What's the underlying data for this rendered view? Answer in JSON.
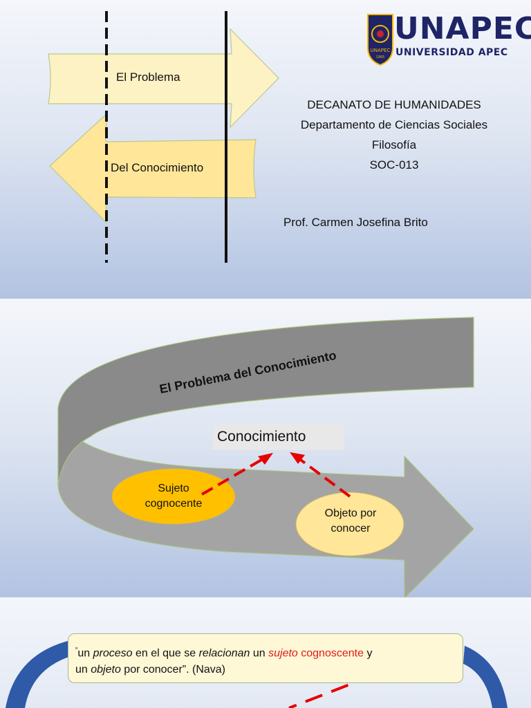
{
  "slide1": {
    "arrow_right_label": "El Problema",
    "arrow_left_label": "Del Conocimiento",
    "institution_lines": [
      "DECANATO DE HUMANIDADES",
      "Departamento de Ciencias Sociales",
      "Filosofía",
      "SOC-013"
    ],
    "professor": "Prof. Carmen Josefina Brito",
    "logo": {
      "title": "UNAPEC",
      "subtitle": "UNIVERSIDAD APEC",
      "seal_text": "UNAPEC",
      "seal_year": "1965"
    },
    "colors": {
      "arrow_fill": "#fdf2c4",
      "logo_navy": "#1f2466",
      "logo_gold": "#f5b800"
    }
  },
  "slide2": {
    "band_title": "El Problema del Conocimiento",
    "concept": "Conocimiento",
    "subject": [
      "Sujeto",
      "cognocente"
    ],
    "object": [
      "Objeto por",
      "conocer"
    ],
    "colors": {
      "band": "#a4a4a4",
      "band_top": "#808080",
      "subject": "#ffc000",
      "object": "#ffe699",
      "dash": "#e60000"
    }
  },
  "slide3": {
    "quote": {
      "open": "“",
      "t1": "un ",
      "t2": "proceso",
      "t3": " en el que se ",
      "t4": "relacionan",
      "t5": " un ",
      "t6": "sujeto",
      "t7": " cognoscente",
      "t8": " y",
      "t9": "un ",
      "t10": "objeto",
      "t11": " por conocer”.  (Nava)"
    },
    "colors": {
      "ring": "#2e5aa8",
      "box": "#fef8d6",
      "dash": "#e60000"
    }
  }
}
